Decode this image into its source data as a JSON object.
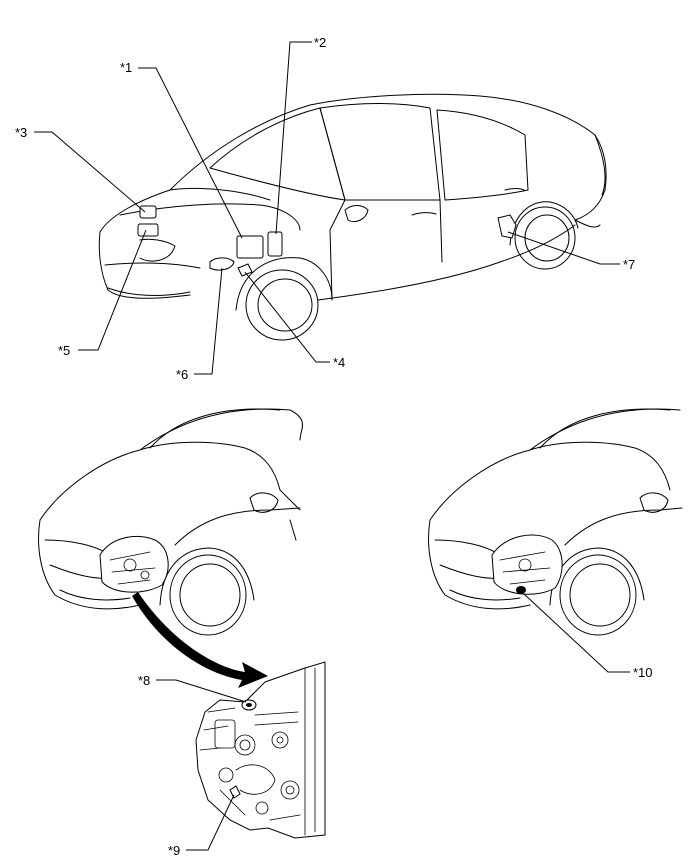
{
  "callouts": [
    {
      "id": "1",
      "label": "*1"
    },
    {
      "id": "2",
      "label": "*2"
    },
    {
      "id": "3",
      "label": "*3"
    },
    {
      "id": "4",
      "label": "*4"
    },
    {
      "id": "5",
      "label": "*5"
    },
    {
      "id": "6",
      "label": "*6"
    },
    {
      "id": "7",
      "label": "*7"
    },
    {
      "id": "8",
      "label": "*8"
    },
    {
      "id": "9",
      "label": "*9"
    },
    {
      "id": "10",
      "label": "*10"
    }
  ]
}
